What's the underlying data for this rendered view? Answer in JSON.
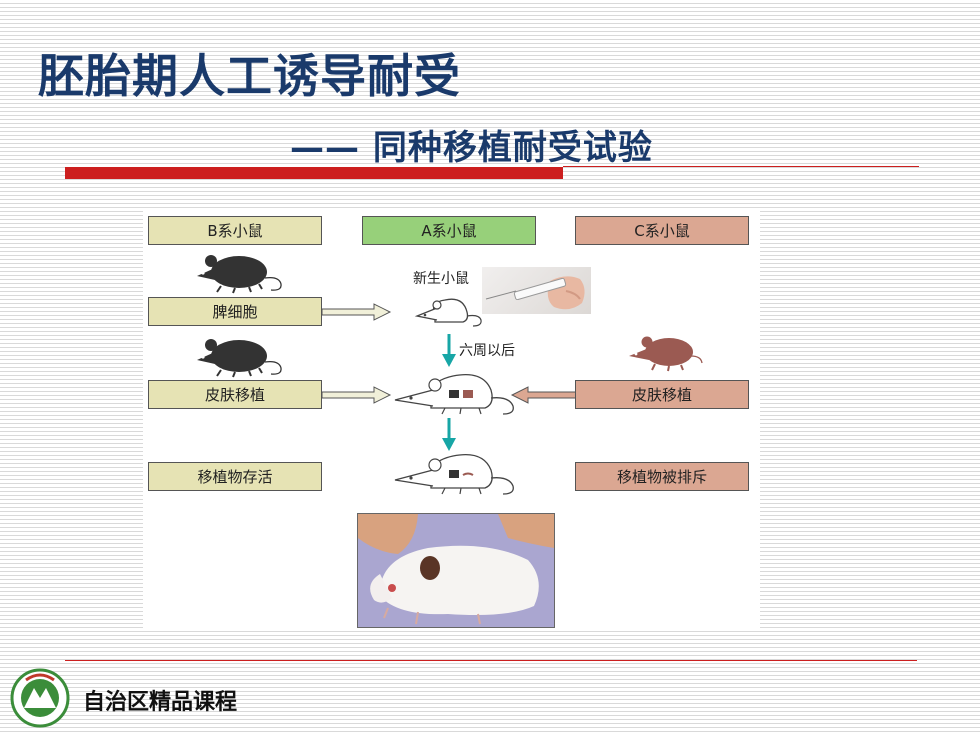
{
  "title": {
    "main": "胚胎期人工诱导耐受",
    "sub": "—— 同种移植耐受试验"
  },
  "diagram": {
    "headers": {
      "b": "B系小鼠",
      "a": "A系小鼠",
      "c": "C系小鼠"
    },
    "left_boxes": {
      "spleen": "脾细胞",
      "skin": "皮肤移植",
      "survive": "移植物存活"
    },
    "right_boxes": {
      "skin": "皮肤移植",
      "reject": "移植物被排斥"
    },
    "labels": {
      "newborn": "新生小鼠",
      "six_weeks": "六周以后"
    },
    "colors": {
      "strain_b": "#333333",
      "strain_c": "#9b5a52",
      "arrow_down": "#17a6a6",
      "arrow_left_fill": "#dba792",
      "arrow_right_fill": "#f1f0d9"
    }
  },
  "footer": {
    "text": "自治区精品课程",
    "logo_icon": "university-logo-icon"
  }
}
